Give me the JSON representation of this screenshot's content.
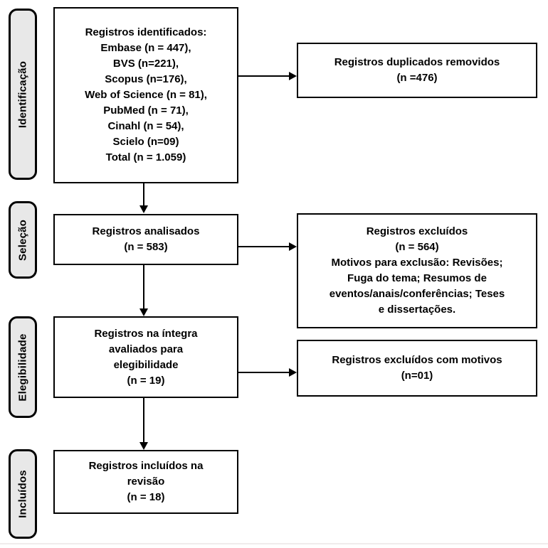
{
  "diagram": {
    "title": "PRISMA flow diagram (Portuguese)",
    "stages": [
      {
        "label": "Identificação"
      },
      {
        "label": "Seleção"
      },
      {
        "label": "Elegibilidade"
      },
      {
        "label": "Incluídos"
      }
    ],
    "boxes": {
      "identified": "Registros identificados:\nEmbase (n = 447),\nBVS (n=221),\nScopus (n=176),\nWeb of Science (n = 81),\nPubMed (n = 71),\nCinahl (n = 54),\nScielo (n=09)\nTotal (n = 1.059)",
      "duplicates_removed": "Registros duplicados removidos\n(n =476)",
      "screened": "Registros analisados\n(n = 583)",
      "excluded": "Registros excluídos\n(n = 564)\nMotivos para exclusão: Revisões;\nFuga do tema; Resumos de\neventos/anais/conferências; Teses\ne dissertações.",
      "fulltext_assessed": "Registros na íntegra\navaliados para\nelegibilidade\n(n = 19)",
      "excluded_with_reasons": "Registros excluídos com motivos\n(n=01)",
      "included": "Registros incluídos na\nrevisão\n(n = 18)"
    },
    "colors": {
      "stage_fill": "#e8e8e8",
      "border": "#000000",
      "background": "#ffffff",
      "bottom_rule": "#f0ecec"
    }
  }
}
